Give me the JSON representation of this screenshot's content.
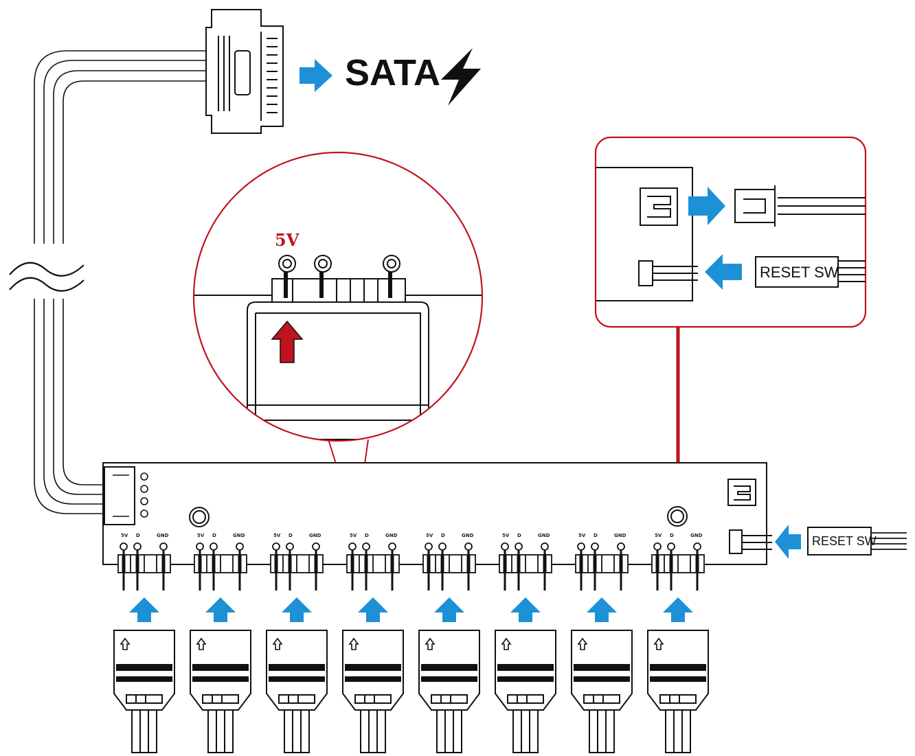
{
  "labels": {
    "sata": "SATA",
    "voltage": "5V",
    "reset_sw_callout": "RESET SW",
    "reset_sw_main": "RESET SW",
    "pin_5v": "5V",
    "pin_d": "D",
    "pin_gnd": "GND"
  },
  "icons": {
    "power": "lightning-bolt-icon",
    "arrow_direction": "blue-arrow-icon",
    "pin1_marker": "red-up-arrow-icon",
    "plug_orientation": "up-arrow-icon"
  },
  "counts": {
    "argb_ports": 8
  },
  "colors": {
    "arrow_blue": "#1e90d6",
    "callout_red": "#c1121f",
    "line": "#111111",
    "background": "#ffffff"
  }
}
